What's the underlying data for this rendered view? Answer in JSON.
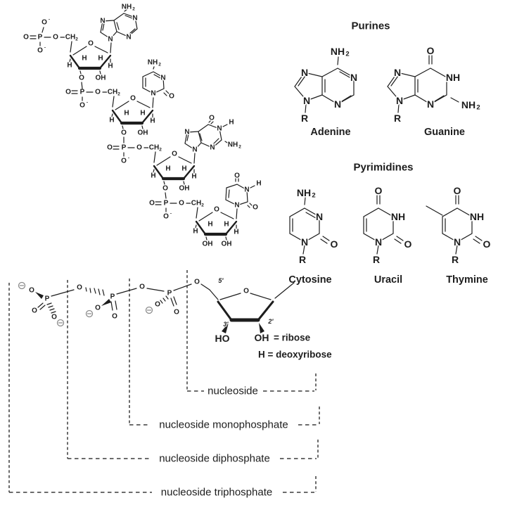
{
  "colors": {
    "background": "#ffffff",
    "ink": "#1d1d1d",
    "charge": "#8c8c8c",
    "dash": "#3c3c3c"
  },
  "atoms": {
    "O": "O",
    "P": "P",
    "N": "N",
    "H": "H",
    "R": "R",
    "NH": "NH",
    "OH": "OH",
    "HO": "HO",
    "CH": "CH",
    "sub2": "2",
    "minus": "-"
  },
  "sections": {
    "purines": {
      "heading": "Purines",
      "items": [
        "Adenine",
        "Guanine"
      ]
    },
    "pyrimidines": {
      "heading": "Pyrimidines",
      "items": [
        "Cytosine",
        "Uracil",
        "Thymine"
      ]
    }
  },
  "sugar_notes": {
    "five_prime": "5'",
    "three_prime": "3'",
    "two_prime": "2'",
    "ribose_note": "= ribose",
    "deoxyribose_note": "H = deoxyribose"
  },
  "spans": [
    "nucleoside",
    "nucleoside monophosphate",
    "nucleoside diphosphate",
    "nucleoside triphosphate"
  ]
}
